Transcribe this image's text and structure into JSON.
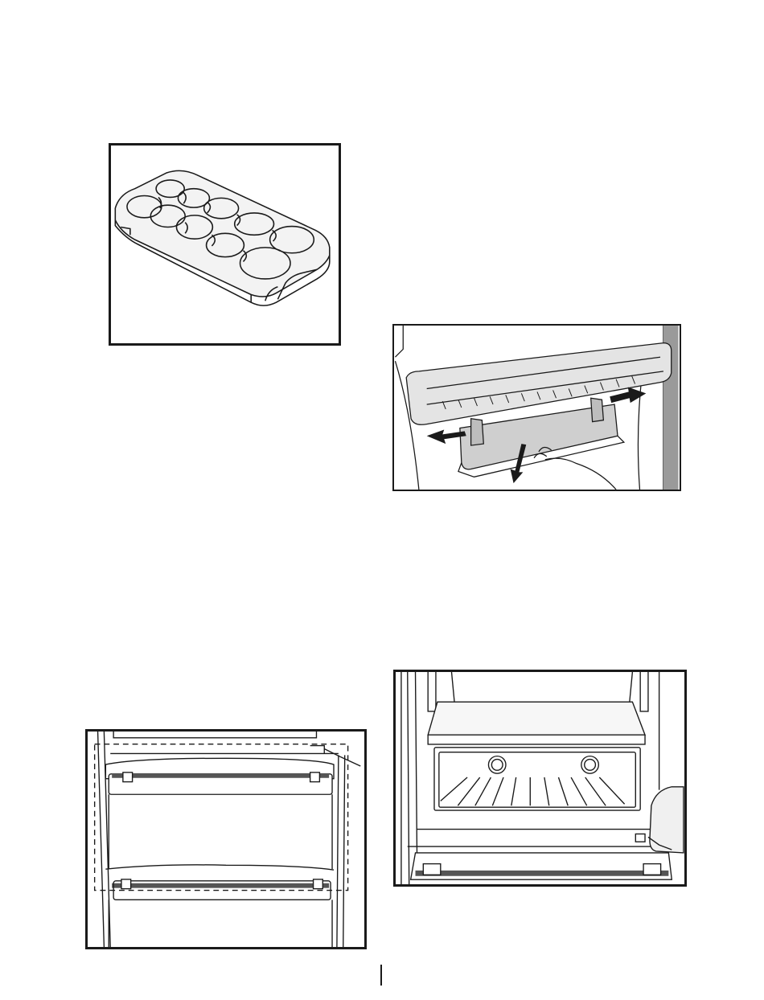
{
  "figures": [
    {
      "id": "egg-tray",
      "icon": "egg-tray-illustration"
    },
    {
      "id": "door-shelf-removal",
      "icon": "door-shelf-removal-illustration"
    },
    {
      "id": "freezer-drawers",
      "icon": "freezer-drawers-illustration"
    },
    {
      "id": "freezer-compartment",
      "icon": "freezer-compartment-illustration"
    }
  ],
  "colors": {
    "line": "#1a1a1a",
    "shade": "#8a8a8a",
    "light": "#d9d9d9"
  }
}
